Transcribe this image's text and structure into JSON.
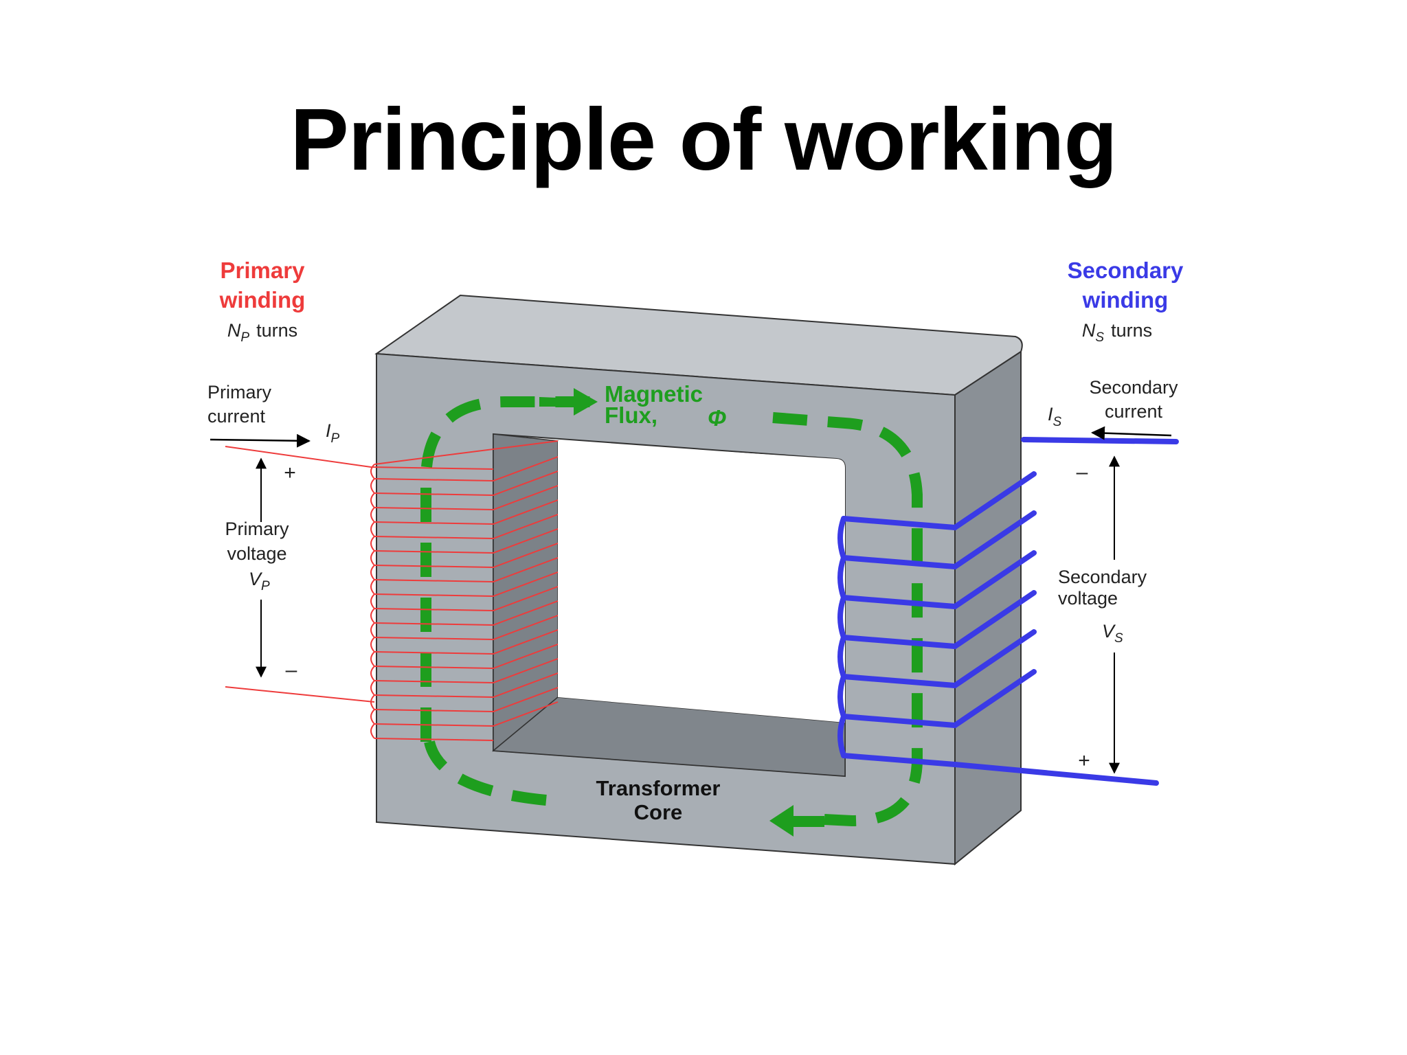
{
  "slide": {
    "title": "Principle of working"
  },
  "colors": {
    "primary": "#ee3b3b",
    "secondary": "#3a3ae6",
    "flux": "#1e9e1e",
    "core_front": "#a8aeb4",
    "core_top": "#c4c8cc",
    "core_side": "#8a9096",
    "core_inner": "#7c8288"
  },
  "diagram": {
    "primary_winding": {
      "title_line1": "Primary",
      "title_line2": "winding",
      "turns_symbol": "N",
      "turns_sub": "P",
      "turns_text": "turns"
    },
    "secondary_winding": {
      "title_line1": "Secondary",
      "title_line2": "winding",
      "turns_symbol": "N",
      "turns_sub": "S",
      "turns_text": "turns"
    },
    "primary_current": {
      "line1": "Primary",
      "line2": "current",
      "symbol": "I",
      "sub": "P"
    },
    "secondary_current": {
      "line1": "Secondary",
      "line2": "current",
      "symbol": "I",
      "sub": "S"
    },
    "primary_voltage": {
      "line1": "Primary",
      "line2": "voltage",
      "symbol": "V",
      "sub": "P",
      "plus": "+",
      "minus": "–"
    },
    "secondary_voltage": {
      "line1": "Secondary",
      "line2": "voltage",
      "symbol": "V",
      "sub": "S",
      "plus": "+",
      "minus": "–"
    },
    "flux": {
      "line1": "Magnetic",
      "line2": "Flux,",
      "symbol": "Φ"
    },
    "core": {
      "line1": "Transformer",
      "line2": "Core"
    }
  }
}
